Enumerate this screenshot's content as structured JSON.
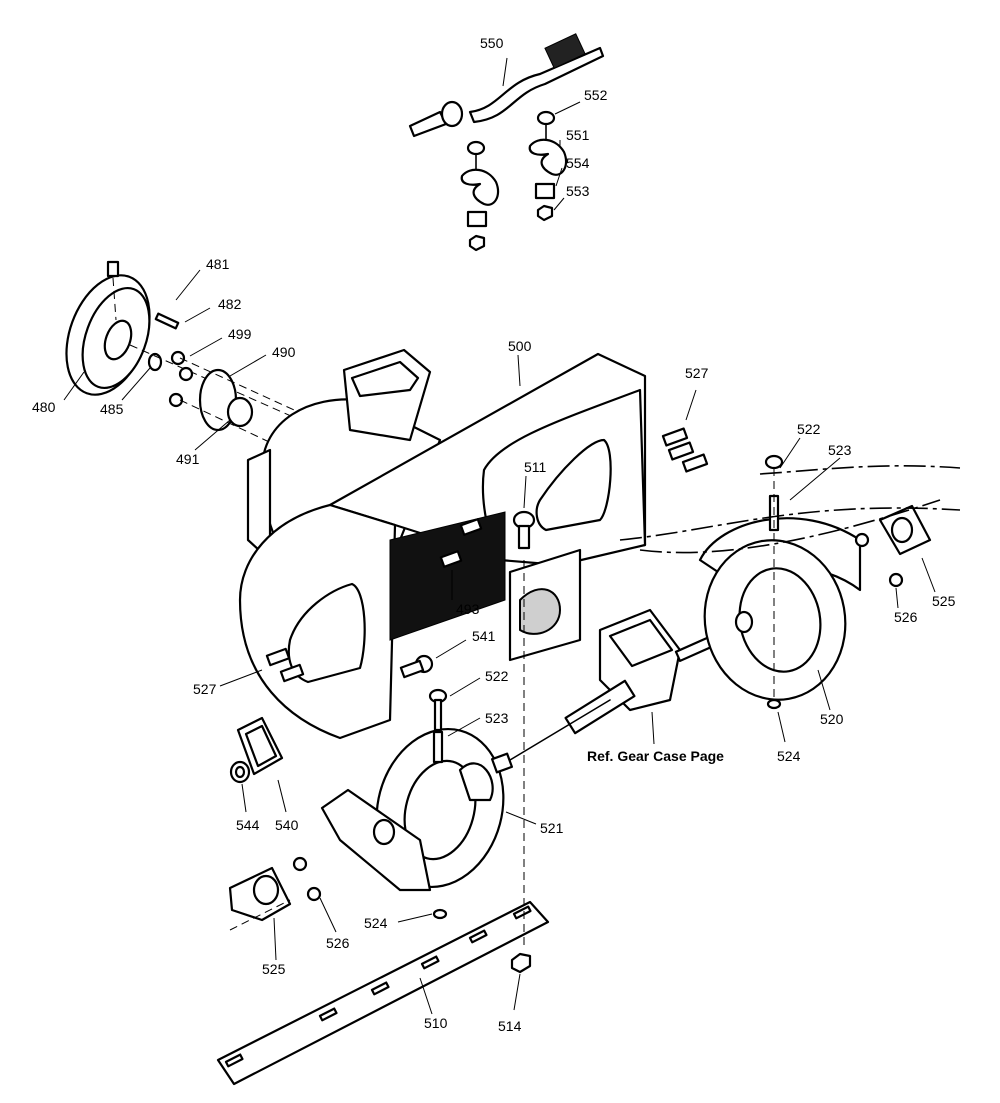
{
  "labels": {
    "p550": "550",
    "p552": "552",
    "p551": "551",
    "p554": "554",
    "p553": "553",
    "p481": "481",
    "p482": "482",
    "p499": "499",
    "p490": "490",
    "p480": "480",
    "p485": "485",
    "p491": "491",
    "p500": "500",
    "p527a": "527",
    "p522a": "522",
    "p523a": "523",
    "p511": "511",
    "p493": "493",
    "p525a": "525",
    "p526a": "526",
    "p541": "541",
    "p527b": "527",
    "p520": "520",
    "p522b": "522",
    "p523b": "523",
    "p524a": "524",
    "p544": "544",
    "p540": "540",
    "p521": "521",
    "p524b": "524",
    "p526b": "526",
    "p525b": "525",
    "p510": "510",
    "p514": "514"
  },
  "reference": "Ref. Gear Case Page"
}
